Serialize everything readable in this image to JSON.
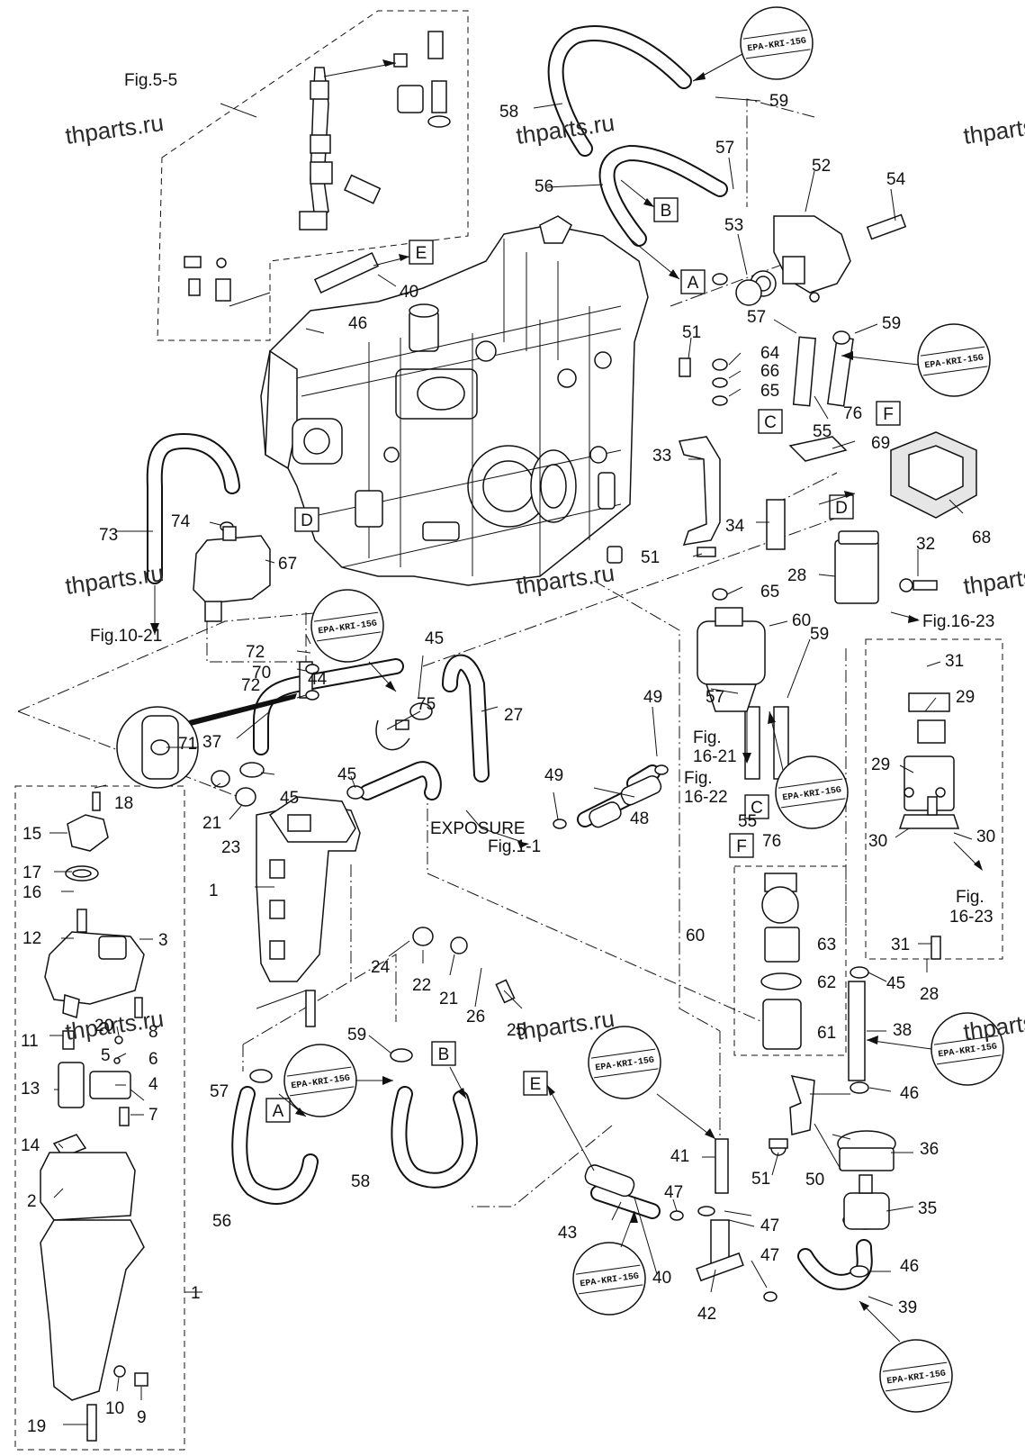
{
  "watermark": "thparts.ru",
  "stamp": "EPA-KRI-15G",
  "figure_refs": {
    "fig_5_5": "Fig.5-5",
    "fig_10_21": "Fig.10-21",
    "fig_16_23": "Fig.16-23",
    "fig_1_1": "Fig.1-1",
    "fig_16_21_a": "Fig.",
    "fig_16_21_b": "16-21",
    "fig_16_22_a": "Fig.",
    "fig_16_22_b": "16-22",
    "fig_16_23_b_a": "Fig.",
    "fig_16_23_b_b": "16-23",
    "exposure": "EXPOSURE"
  },
  "connectors": {
    "A": "A",
    "B": "B",
    "C": "C",
    "D": "D",
    "E": "E",
    "F": "F"
  },
  "parts": {
    "p1": "1",
    "p2": "2",
    "p3": "3",
    "p4": "4",
    "p5": "5",
    "p6": "6",
    "p7": "7",
    "p8": "8",
    "p9": "9",
    "p10": "10",
    "p11": "11",
    "p12": "12",
    "p13": "13",
    "p14": "14",
    "p15": "15",
    "p16": "16",
    "p17": "17",
    "p18": "18",
    "p19": "19",
    "p20": "20",
    "p21": "21",
    "p22": "22",
    "p23": "23",
    "p24": "24",
    "p25": "25",
    "p26": "26",
    "p27": "27",
    "p28": "28",
    "p29": "29",
    "p30": "30",
    "p31": "31",
    "p32": "32",
    "p33": "33",
    "p34": "34",
    "p35": "35",
    "p36": "36",
    "p37": "37",
    "p38": "38",
    "p39": "39",
    "p40": "40",
    "p41": "41",
    "p42": "42",
    "p43": "43",
    "p44": "44",
    "p45": "45",
    "p46": "46",
    "p47": "47",
    "p48": "48",
    "p49": "49",
    "p50": "50",
    "p51": "51",
    "p52": "52",
    "p53": "53",
    "p54": "54",
    "p55": "55",
    "p56": "56",
    "p57": "57",
    "p58": "58",
    "p59": "59",
    "p60": "60",
    "p61": "61",
    "p62": "62",
    "p63": "63",
    "p64": "64",
    "p65": "65",
    "p66": "66",
    "p67": "67",
    "p68": "68",
    "p69": "69",
    "p70": "70",
    "p71": "71",
    "p72": "72",
    "p73": "73",
    "p74": "74",
    "p75": "75",
    "p76": "76"
  }
}
